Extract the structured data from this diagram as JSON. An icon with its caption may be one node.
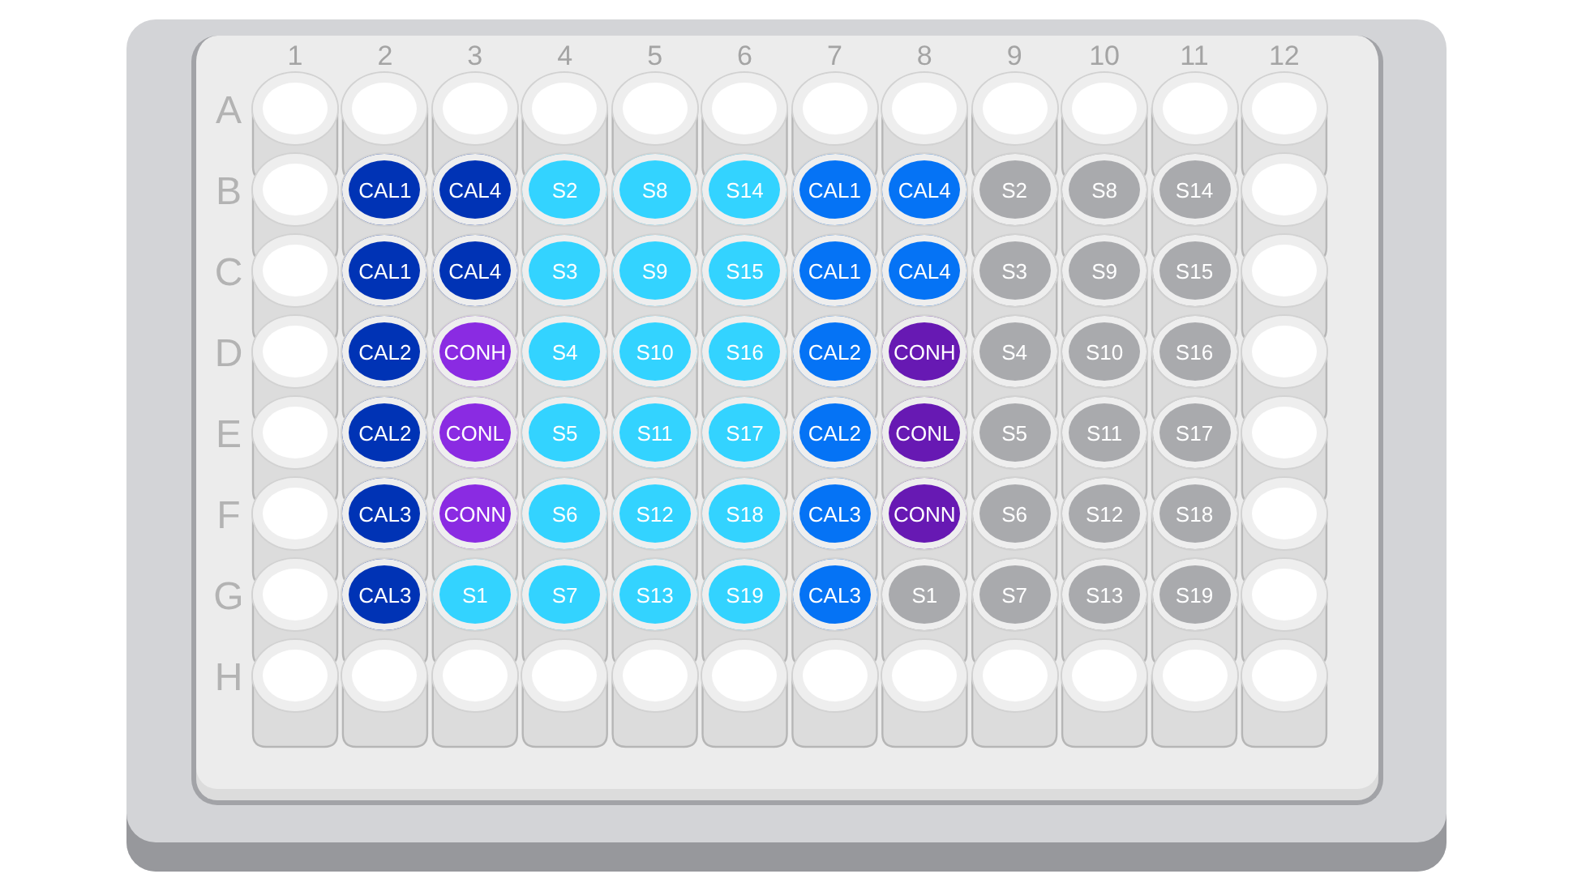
{
  "diagram": {
    "nodes": [
      {
        "text": [],
        "shape": "circle"
      },
      {
        "text": [],
        "shape": "circle"
      },
      {
        "text": [],
        "shape": "circle"
      },
      {
        "text": [],
        "shape": "circle"
      },
      {
        "text": [],
        "shape": "circle"
      },
      {
        "text": [],
        "shape": "circle"
      },
      {
        "text": [],
        "shape": "circle"
      },
      {
        "text": [],
        "shape": "circle"
      },
      {
        "text": [],
        "shape": "circle"
      },
      {
        "text": [],
        "shape": "circle"
      },
      {
        "text": [],
        "shape": "circle"
      },
      {
        "text": [],
        "shape": "circle"
      },
      {
        "text": [],
        "shape": "circle"
      },
      {
        "text": [
          "CAL1"
        ]
      },
      {
        "text": [
          "CAL4"
        ]
      },
      {
        "text": [
          "S2"
        ]
      },
      {
        "text": [
          "S8"
        ]
      },
      {
        "text": [
          "S14"
        ]
      },
      {
        "text": [
          "CAL1"
        ]
      },
      {
        "text": [
          "CAL4"
        ]
      },
      {
        "text": [
          "S2"
        ]
      },
      {
        "text": [
          "S8"
        ]
      },
      {
        "text": [
          "S14"
        ]
      },
      {
        "text": [],
        "shape": "circle"
      },
      {
        "text": [],
        "shape": "circle"
      },
      {
        "text": [
          "CAL1"
        ]
      },
      {
        "text": [
          "CAL4"
        ]
      },
      {
        "text": [
          "S3"
        ]
      },
      {
        "text": [
          "S9"
        ]
      },
      {
        "text": [
          "S15"
        ]
      },
      {
        "text": [
          "CAL1"
        ]
      },
      {
        "text": [
          "CAL4"
        ]
      },
      {
        "text": [
          "S3"
        ]
      },
      {
        "text": [
          "S9"
        ]
      },
      {
        "text": [
          "S15"
        ]
      },
      {
        "text": [],
        "shape": "circle"
      },
      {
        "text": [],
        "shape": "circle"
      },
      {
        "text": [
          "CAL2"
        ]
      },
      {
        "text": [
          "CONH"
        ]
      },
      {
        "text": [
          "S4"
        ]
      },
      {
        "text": [
          "S10"
        ]
      },
      {
        "text": [
          "S16"
        ]
      },
      {
        "text": [
          "CAL2"
        ]
      },
      {
        "text": [
          "CONH"
        ]
      },
      {
        "text": [
          "S4"
        ]
      },
      {
        "text": [
          "S10"
        ]
      },
      {
        "text": [
          "S16"
        ]
      },
      {
        "text": [],
        "shape": "circle"
      },
      {
        "text": [],
        "shape": "circle"
      },
      {
        "text": [
          "CAL2"
        ]
      },
      {
        "text": [
          "CONL"
        ]
      },
      {
        "text": [
          "S5"
        ]
      },
      {
        "text": [
          "S11"
        ]
      },
      {
        "text": [
          "S17"
        ]
      },
      {
        "text": [
          "CAL2"
        ]
      },
      {
        "text": [
          "CONL"
        ]
      },
      {
        "text": [
          "S5"
        ]
      },
      {
        "text": [
          "S11"
        ]
      },
      {
        "text": [
          "S17"
        ]
      },
      {
        "text": [],
        "shape": "circle"
      },
      {
        "text": [],
        "shape": "circle"
      },
      {
        "text": [
          "CAL3"
        ]
      },
      {
        "text": [
          "CONN"
        ]
      },
      {
        "text": [
          "S6"
        ]
      },
      {
        "text": [
          "S12"
        ]
      },
      {
        "text": [
          "S18"
        ]
      },
      {
        "text": [
          "CAL3"
        ]
      },
      {
        "text": [
          "CONN"
        ]
      },
      {
        "text": [
          "S6"
        ]
      },
      {
        "text": [
          "S12"
        ]
      },
      {
        "text": [
          "S18"
        ]
      },
      {
        "text": [],
        "shape": "circle"
      },
      {
        "text": [],
        "shape": "circle"
      },
      {
        "text": [
          "CAL3"
        ]
      },
      {
        "text": [
          "S1"
        ]
      },
      {
        "text": [
          "S7"
        ]
      },
      {
        "text": [
          "S13"
        ]
      },
      {
        "text": [
          "S19"
        ]
      },
      {
        "text": [
          "CAL3"
        ]
      },
      {
        "text": [
          "S1"
        ]
      },
      {
        "text": [
          "S7"
        ]
      },
      {
        "text": [
          "S13"
        ]
      },
      {
        "text": [
          "S19"
        ]
      },
      {
        "text": [],
        "shape": "circle"
      },
      {
        "text": [],
        "shape": "circle"
      },
      {
        "text": [],
        "shape": "circle"
      },
      {
        "text": [],
        "shape": "circle"
      },
      {
        "text": [],
        "shape": "circle"
      },
      {
        "text": [],
        "shape": "circle"
      },
      {
        "text": [],
        "shape": "circle"
      },
      {
        "text": [],
        "shape": "circle"
      },
      {
        "text": [],
        "shape": "circle"
      },
      {
        "text": [],
        "shape": "circle"
      },
      {
        "text": [],
        "shape": "circle"
      },
      {
        "text": [],
        "shape": "circle"
      },
      {
        "text": [],
        "shape": "circle"
      }
    ],
    "labels": [
      "1",
      "2",
      "3",
      "4",
      "5",
      "6",
      "7",
      "8",
      "9",
      "10",
      "11",
      "12",
      "A",
      "B",
      "C",
      "D",
      "E",
      "F",
      "G",
      "H"
    ]
  }
}
